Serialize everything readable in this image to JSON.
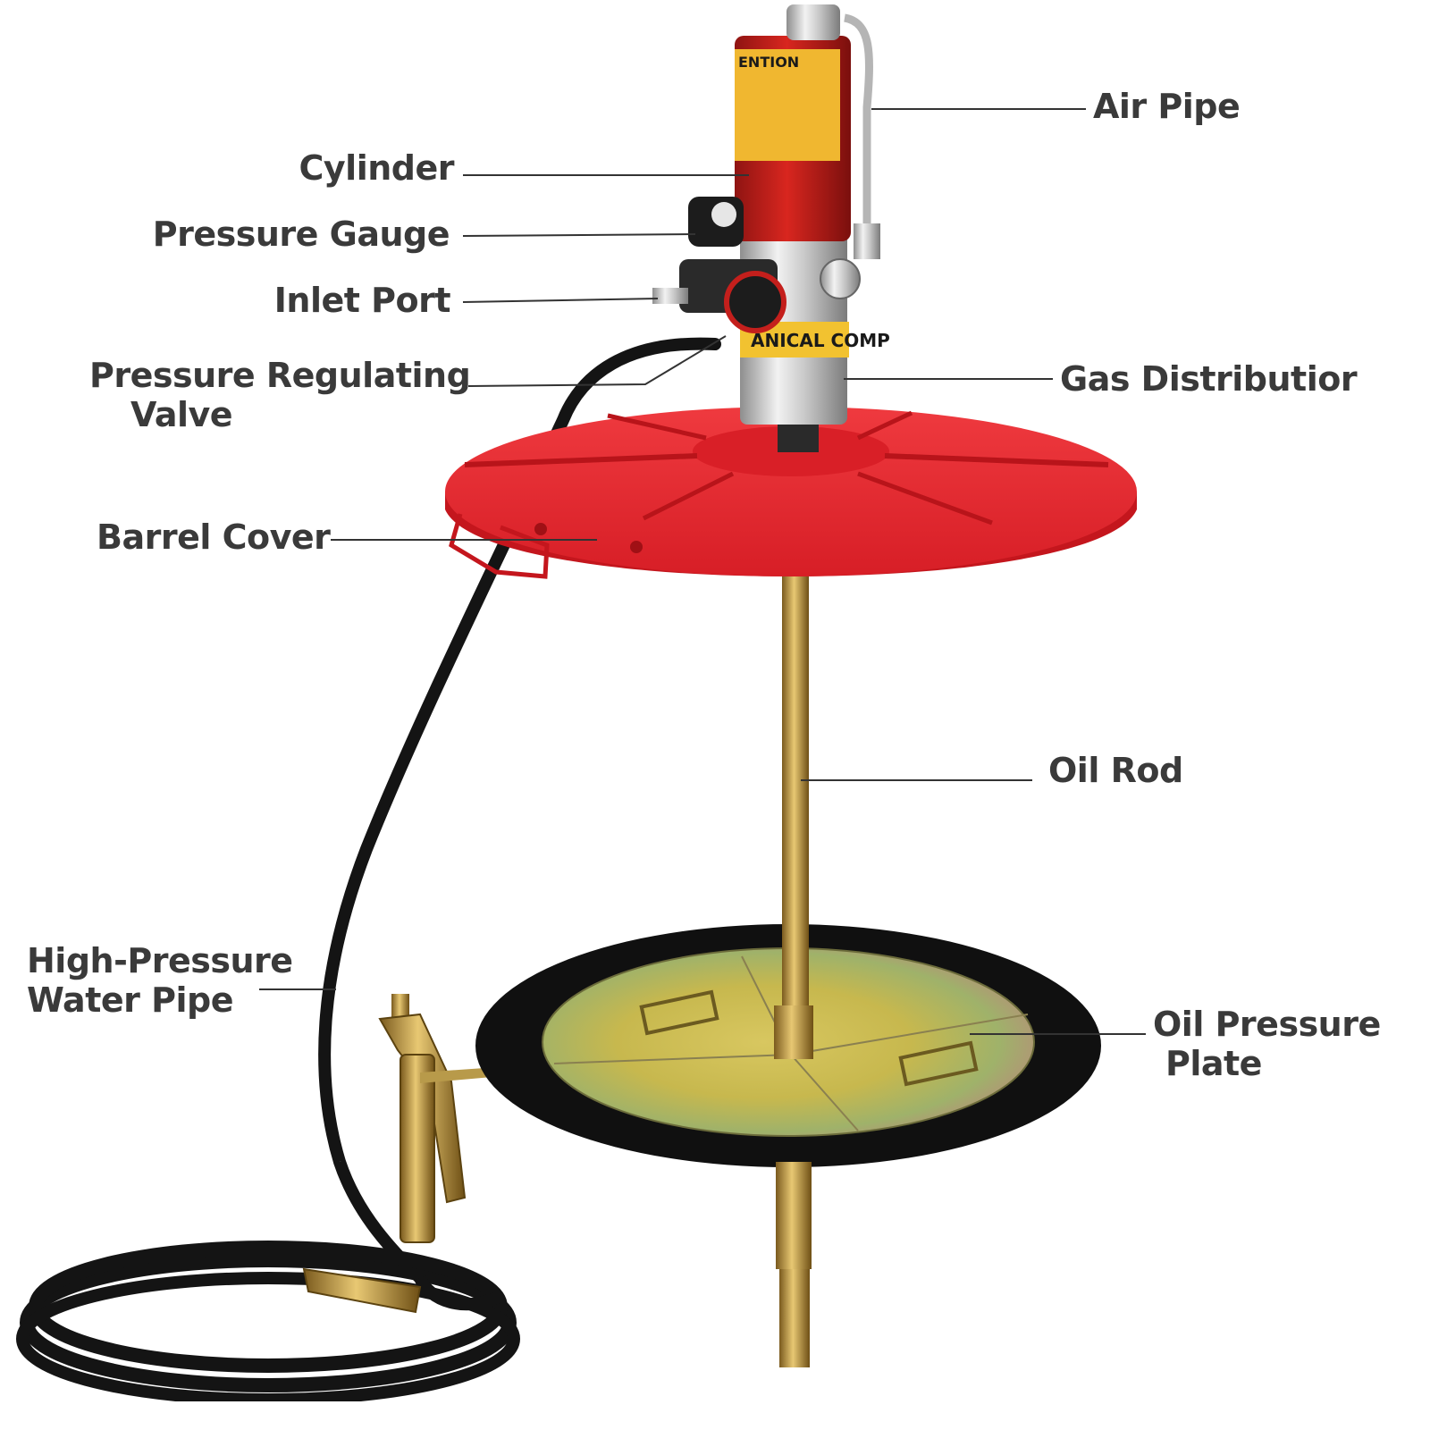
{
  "labels": {
    "air_pipe": "Air Pipe",
    "cylinder": "Cylinder",
    "pressure_gauge": "Pressure Gauge",
    "inlet_port": "Inlet Port",
    "pressure_regulating_valve": [
      "Pressure Regulating",
      "Valve"
    ],
    "gas_distributor": "Gas Distributior",
    "barrel_cover": "Barrel Cover",
    "oil_rod": "Oil Rod",
    "high_pressure_water_pipe": [
      "High-Pressure",
      "Water Pipe"
    ],
    "oil_pressure_plate": [
      "Oil Pressure",
      "Plate"
    ]
  },
  "product_text": {
    "cylinder_sticker": "ENTION",
    "collar_sticker": "ANICAL COMP"
  },
  "colors": {
    "lid_red": "#e3242b",
    "cylinder_red": "#c41f1c",
    "label_text": "#3a3a3a",
    "leader_line": "#333333",
    "hose_black": "#141414",
    "sticker_yellow": "#f2c230"
  }
}
